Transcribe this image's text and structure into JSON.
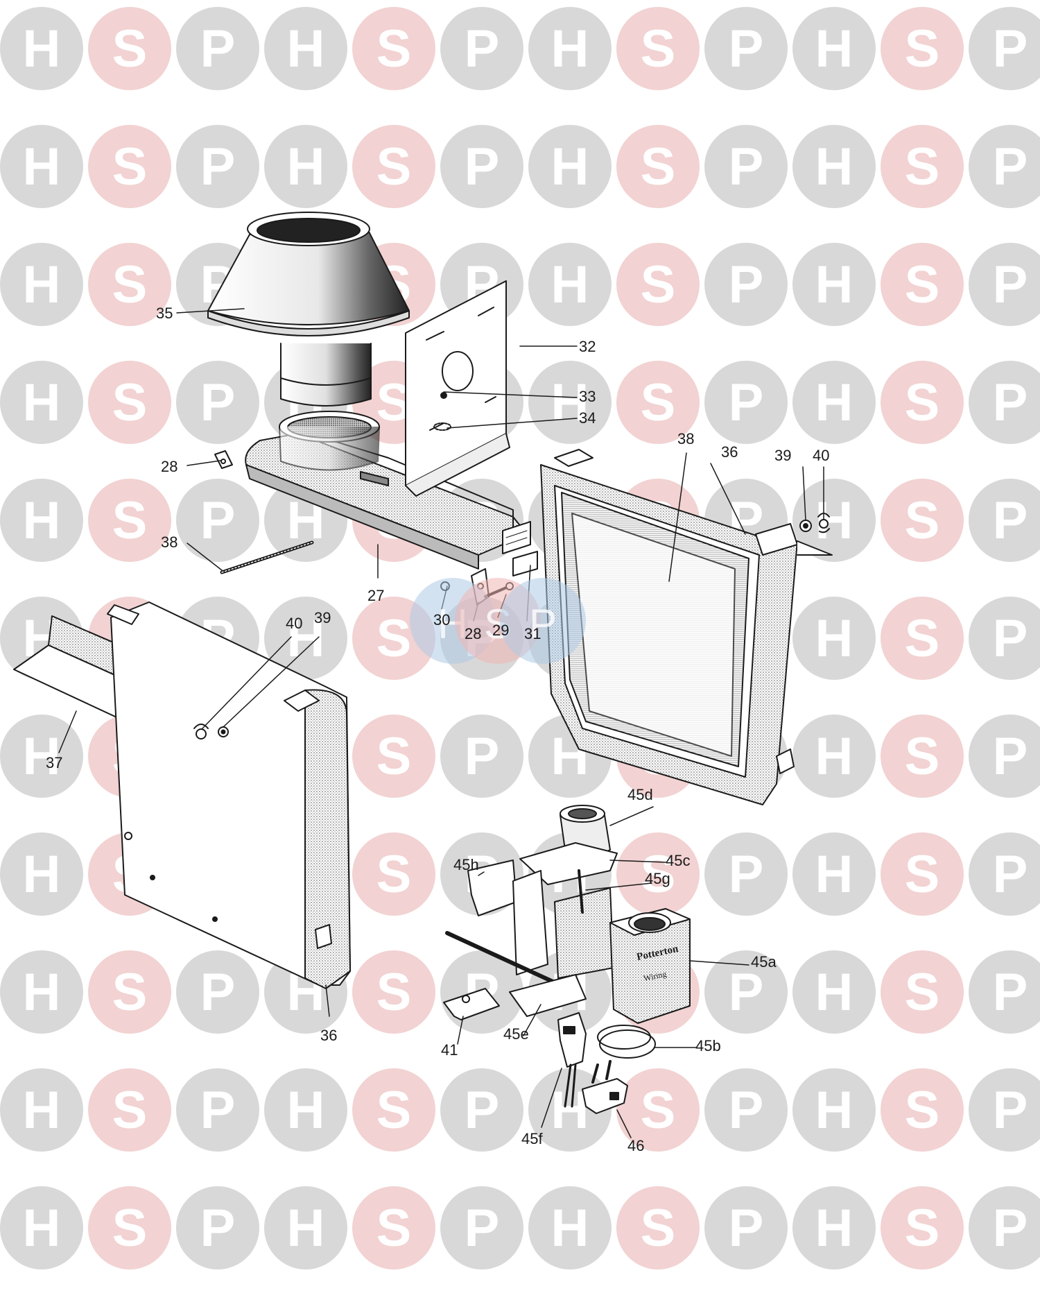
{
  "watermark": {
    "letters": [
      "H",
      "S",
      "P"
    ],
    "colors": {
      "H": "#d8d8d8",
      "S": "#f2d2d2",
      "P": "#d8d8d8"
    },
    "text_color": "#ffffff",
    "center_colors": {
      "H": "#aecbe6",
      "S": "#f0b4b4",
      "P": "#aecbe6"
    }
  },
  "parts": {
    "p27": "27",
    "p28a": "28",
    "p28b": "28",
    "p29": "29",
    "p30": "30",
    "p31": "31",
    "p32": "32",
    "p33": "33",
    "p34": "34",
    "p35": "35",
    "p36a": "36",
    "p36b": "36",
    "p37": "37",
    "p38a": "38",
    "p38b": "38",
    "p39a": "39",
    "p39b": "39",
    "p40a": "40",
    "p40b": "40",
    "p41": "41",
    "p45a": "45a",
    "p45b": "45b",
    "p45c": "45c",
    "p45d": "45d",
    "p45e": "45e",
    "p45f": "45f",
    "p45g": "45g",
    "p45h": "45h",
    "p46": "46"
  },
  "product_marking": {
    "brand": "Potterton",
    "subtext": "Wiring"
  }
}
